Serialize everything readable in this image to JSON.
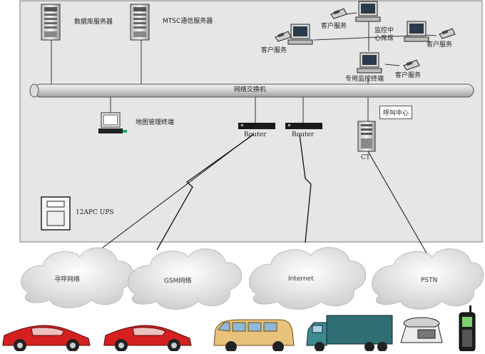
{
  "colors": {
    "room_fill": "#e6e6e6",
    "room_border": "#7a7a7a",
    "backbone_fill": "#d4d4d4",
    "cloud_fill": "#d9d9d9",
    "car_red": "#d42020",
    "van_tan": "#e8c27a",
    "truck_teal": "#2f6f74"
  },
  "labels": {
    "db_server": "数据库服务器",
    "mtsc_server": "MTSC通信服务器",
    "client_top": "客户服务",
    "client_left": "客户服务",
    "monitor_center": "监控中\n心席席",
    "client_right": "客户服务",
    "dedicated_terminal": "专用监控终端",
    "client_lower_right": "客户服务",
    "backbone": "网络交换机",
    "call_center": "呼叫中心",
    "map_terminal": "地图管理终端",
    "router1": "Router",
    "router2": "Router",
    "ct": "CT",
    "ups": "12APC UPS"
  },
  "clouds": {
    "paging": "寻呼网络",
    "gsm": "GSM网络",
    "internet": "Internet",
    "pstn": "PSTN"
  },
  "icons": [
    "server-icon",
    "workstation-icon",
    "phone-icon",
    "router-icon",
    "ct-server-icon",
    "ups-icon",
    "cloud-icon",
    "car-icon",
    "van-icon",
    "truck-icon",
    "desk-phone-icon",
    "mobile-phone-icon",
    "lightning-link-icon"
  ]
}
